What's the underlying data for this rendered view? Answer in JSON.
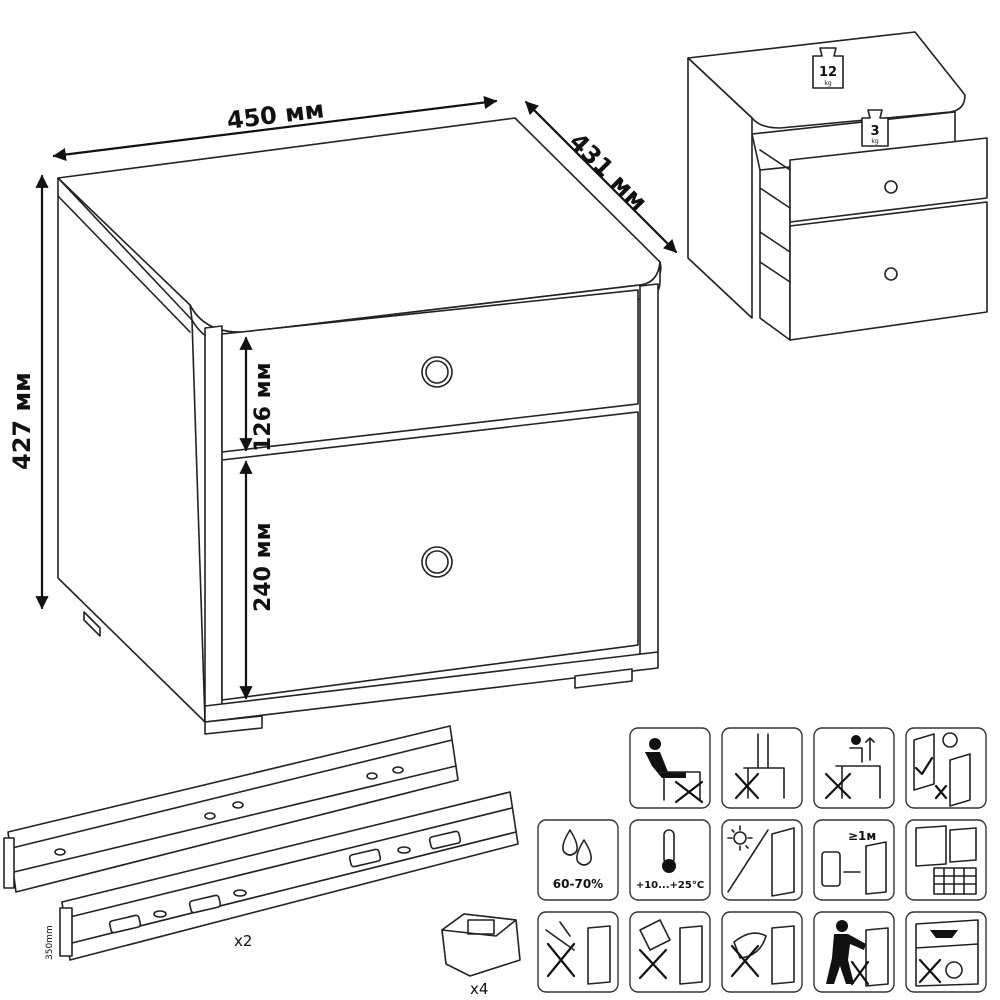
{
  "dimensions": {
    "width": "450 мм",
    "depth": "431 мм",
    "height": "427 мм",
    "top_drawer": "126 мм",
    "bottom_drawer": "240 мм"
  },
  "load": {
    "top_weight": "12",
    "top_unit": "kg",
    "drawer_weight": "3",
    "drawer_unit": "kg"
  },
  "parts": {
    "slide_label": "350mm",
    "slide_qty": "x2",
    "foot_qty": "x4"
  },
  "care": {
    "humidity": "60-70%",
    "temperature": "+10...+25°C",
    "distance": "≥1м"
  },
  "colors": {
    "line": "#222222",
    "tile_border": "#333333",
    "tile_fill": "#ffffff"
  },
  "icons": [
    "no-sitting-icon",
    "no-standing-icon",
    "no-climbing-icon",
    "wall-anchor-icon",
    "humidity-icon",
    "temperature-icon",
    "sunlight-icon",
    "heater-distance-icon",
    "panel-count-icon",
    "no-sharp-tools-icon",
    "no-chemicals-icon",
    "no-abrasive-cloth-icon",
    "no-pushing-icon",
    "no-heavy-load-icon"
  ]
}
